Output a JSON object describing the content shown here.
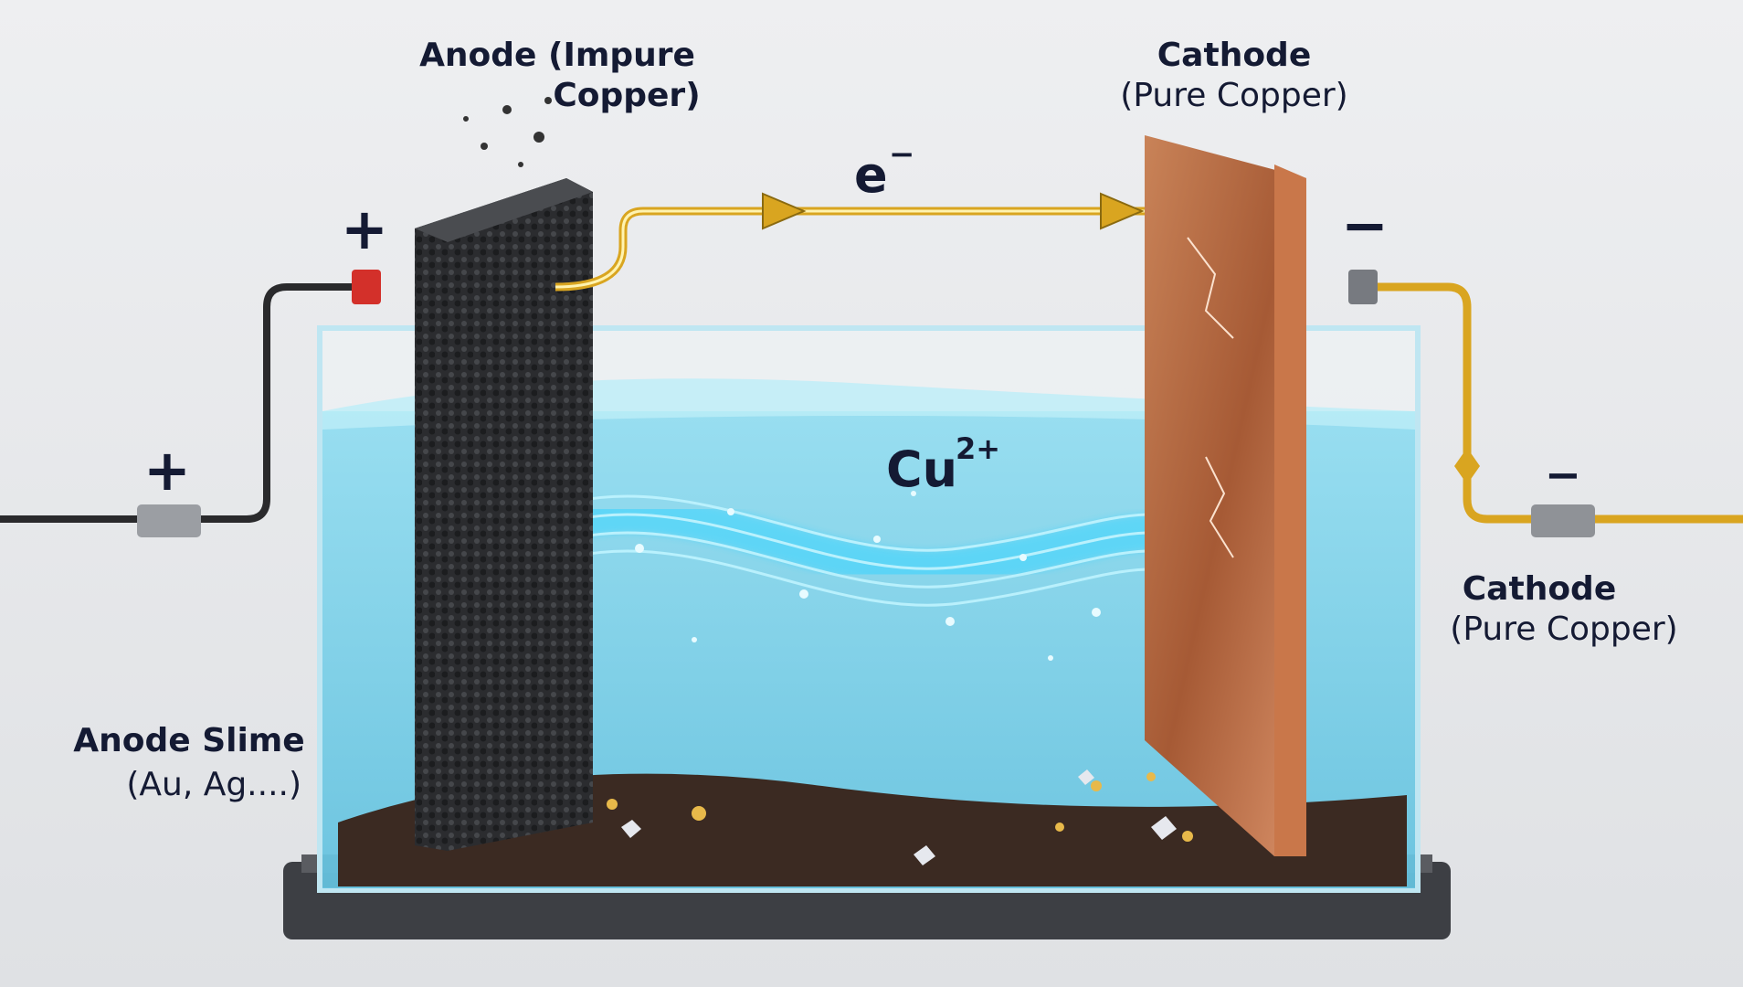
{
  "title": "Electrolytic refining of copper",
  "labels": {
    "anode_line1": "Anode (Impure",
    "anode_line2": "Copper)",
    "cathode_top_line1": "Cathode",
    "cathode_top_line2": "(Pure Copper)",
    "cathode_right_line1": "Cathode",
    "cathode_right_line2": "(Pure Copper)",
    "slime_line1": "Anode Slime",
    "slime_line2": "(Au, Ag....)",
    "electron": "e",
    "electron_sup": "−",
    "ion": "Cu",
    "ion_sup": "2+",
    "plus_top": "+",
    "minus_top": "−",
    "plus_left": "+",
    "minus_right": "−"
  },
  "colors": {
    "background": "#e9eaec",
    "electrolyte": "#7fd3ea",
    "wire_gold": "#d9a520",
    "anode": "#2a2b2e",
    "cathode": "#b8693f",
    "text": "#141a33"
  }
}
